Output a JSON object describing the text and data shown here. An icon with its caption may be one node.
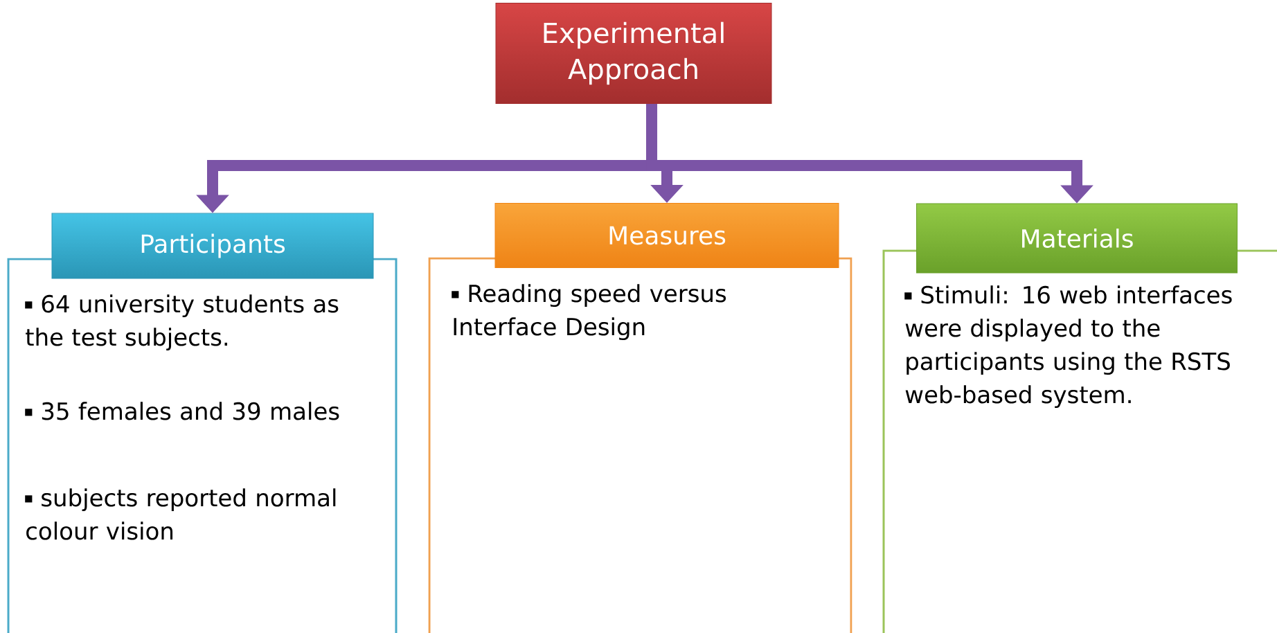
{
  "diagram": {
    "nodes": [
      {
        "text": [
          "Experimental Approach"
        ]
      },
      {
        "text": [
          "Participants"
        ]
      },
      {
        "text": [
          "Measures"
        ]
      },
      {
        "text": [
          "Materials"
        ]
      },
      {
        "text": [
          "64 university students as the test subjects.",
          "35 females and 39 males",
          "subjects reported normal colour vision"
        ]
      },
      {
        "text": [
          "Reading speed versus Interface Design"
        ]
      },
      {
        "text": [
          "Stimuli: 16 web interfaces were displayed to the participants  using the RSTS web-based system."
        ]
      }
    ],
    "edges": [
      {
        "from": 0,
        "to": 1,
        "arrow": "to"
      },
      {
        "from": 0,
        "to": 2,
        "arrow": "to"
      },
      {
        "from": 0,
        "to": 3,
        "arrow": "to"
      }
    ]
  }
}
